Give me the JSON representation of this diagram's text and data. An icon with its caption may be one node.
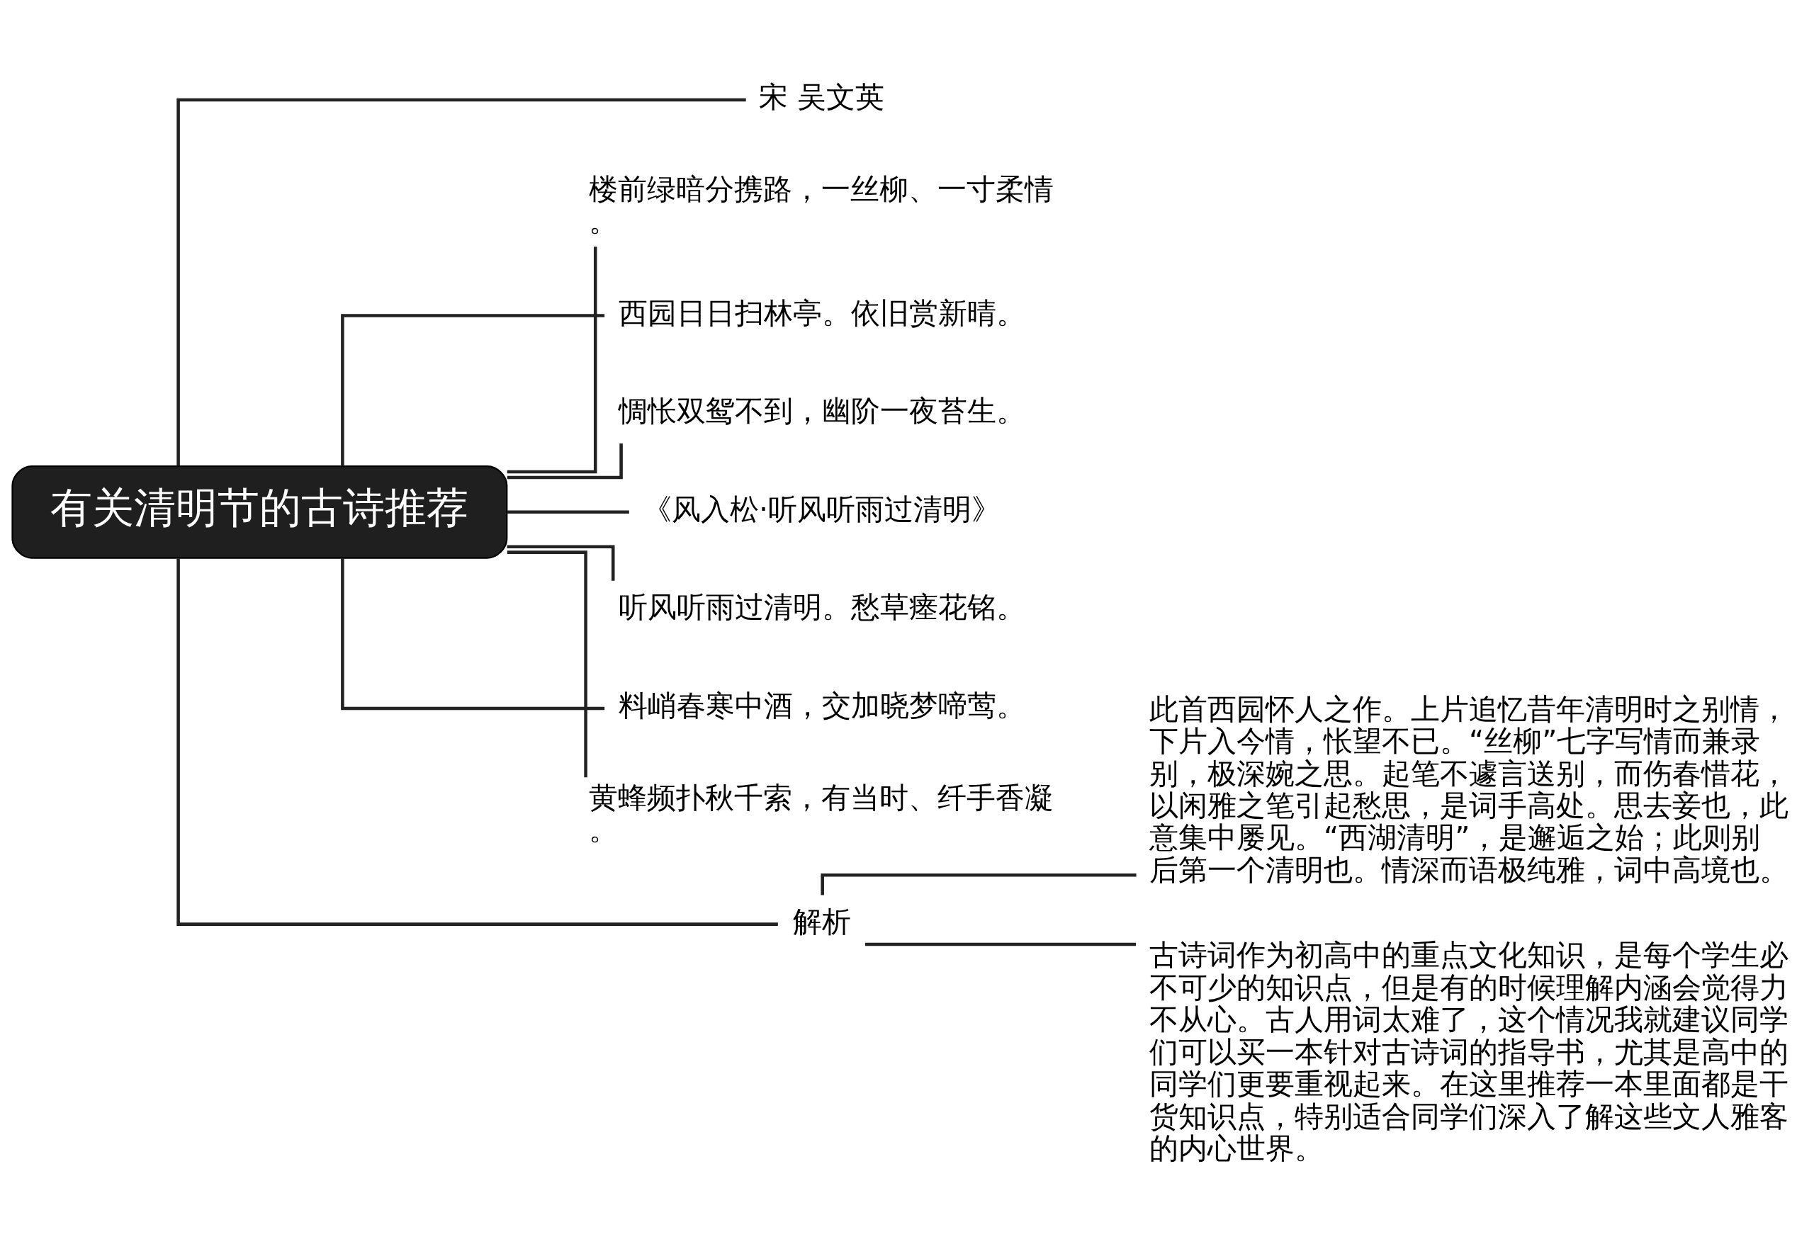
{
  "diagram": {
    "nodes": [
      {
        "text": [
          "有关清明节的古诗推荐"
        ]
      },
      {
        "text": [
          "宋 吴文英"
        ]
      },
      {
        "text": [
          "楼前绿暗分携路，一丝柳、一寸柔情。"
        ]
      },
      {
        "text": [
          "西园日日扫林亭。依旧赏新晴。"
        ]
      },
      {
        "text": [
          "惆怅双鸳不到，幽阶一夜苔生。"
        ]
      },
      {
        "text": [
          "《风入松·听风听雨过清明》"
        ]
      },
      {
        "text": [
          "听风听雨过清明。愁草瘗花铭。"
        ]
      },
      {
        "text": [
          "料峭春寒中酒，交加晓梦啼莺。"
        ]
      },
      {
        "text": [
          "黄蜂频扑秋千索，有当时、纤手香凝。"
        ]
      },
      {
        "text": [
          "解析"
        ]
      },
      {
        "text": [
          "此首西园怀人之作。上片追忆昔年清明时之别情，下片入今情，怅望不已。“丝柳”七字写情而兼录别，极深婉之思。起笔不遽言送别，而伤春惜花，以闲雅之笔引起愁思，是词手高处。思去妾也，此意集中屡见。“西湖清明”，是邂逅之始；此则别后第一个清明也。情深而语极纯雅，词中高境也。"
        ]
      },
      {
        "text": [
          "古诗词作为初高中的重点文化知识，是每个学生必不可少的知识点，但是有的时候理解内涵会觉得力不从心。古人用词太难了，这个情况我就建议同学们可以买一本针对古诗词的指导书，尤其是高中的同学们更要重视起来。在这里推荐一本里面都是干货知识点，特别适合同学们深入了解这些文人雅客的内心世界。"
        ]
      }
    ],
    "edges": [
      {
        "from": 0,
        "to": 1,
        "arrow": "none"
      },
      {
        "from": 0,
        "to": 2,
        "arrow": "none"
      },
      {
        "from": 0,
        "to": 3,
        "arrow": "none"
      },
      {
        "from": 0,
        "to": 4,
        "arrow": "none"
      },
      {
        "from": 0,
        "to": 5,
        "arrow": "none"
      },
      {
        "from": 0,
        "to": 6,
        "arrow": "none"
      },
      {
        "from": 0,
        "to": 7,
        "arrow": "none"
      },
      {
        "from": 0,
        "to": 8,
        "arrow": "none"
      },
      {
        "from": 0,
        "to": 9,
        "arrow": "none"
      },
      {
        "from": 9,
        "to": 10,
        "arrow": "none"
      },
      {
        "from": 9,
        "to": 11,
        "arrow": "none"
      }
    ]
  }
}
